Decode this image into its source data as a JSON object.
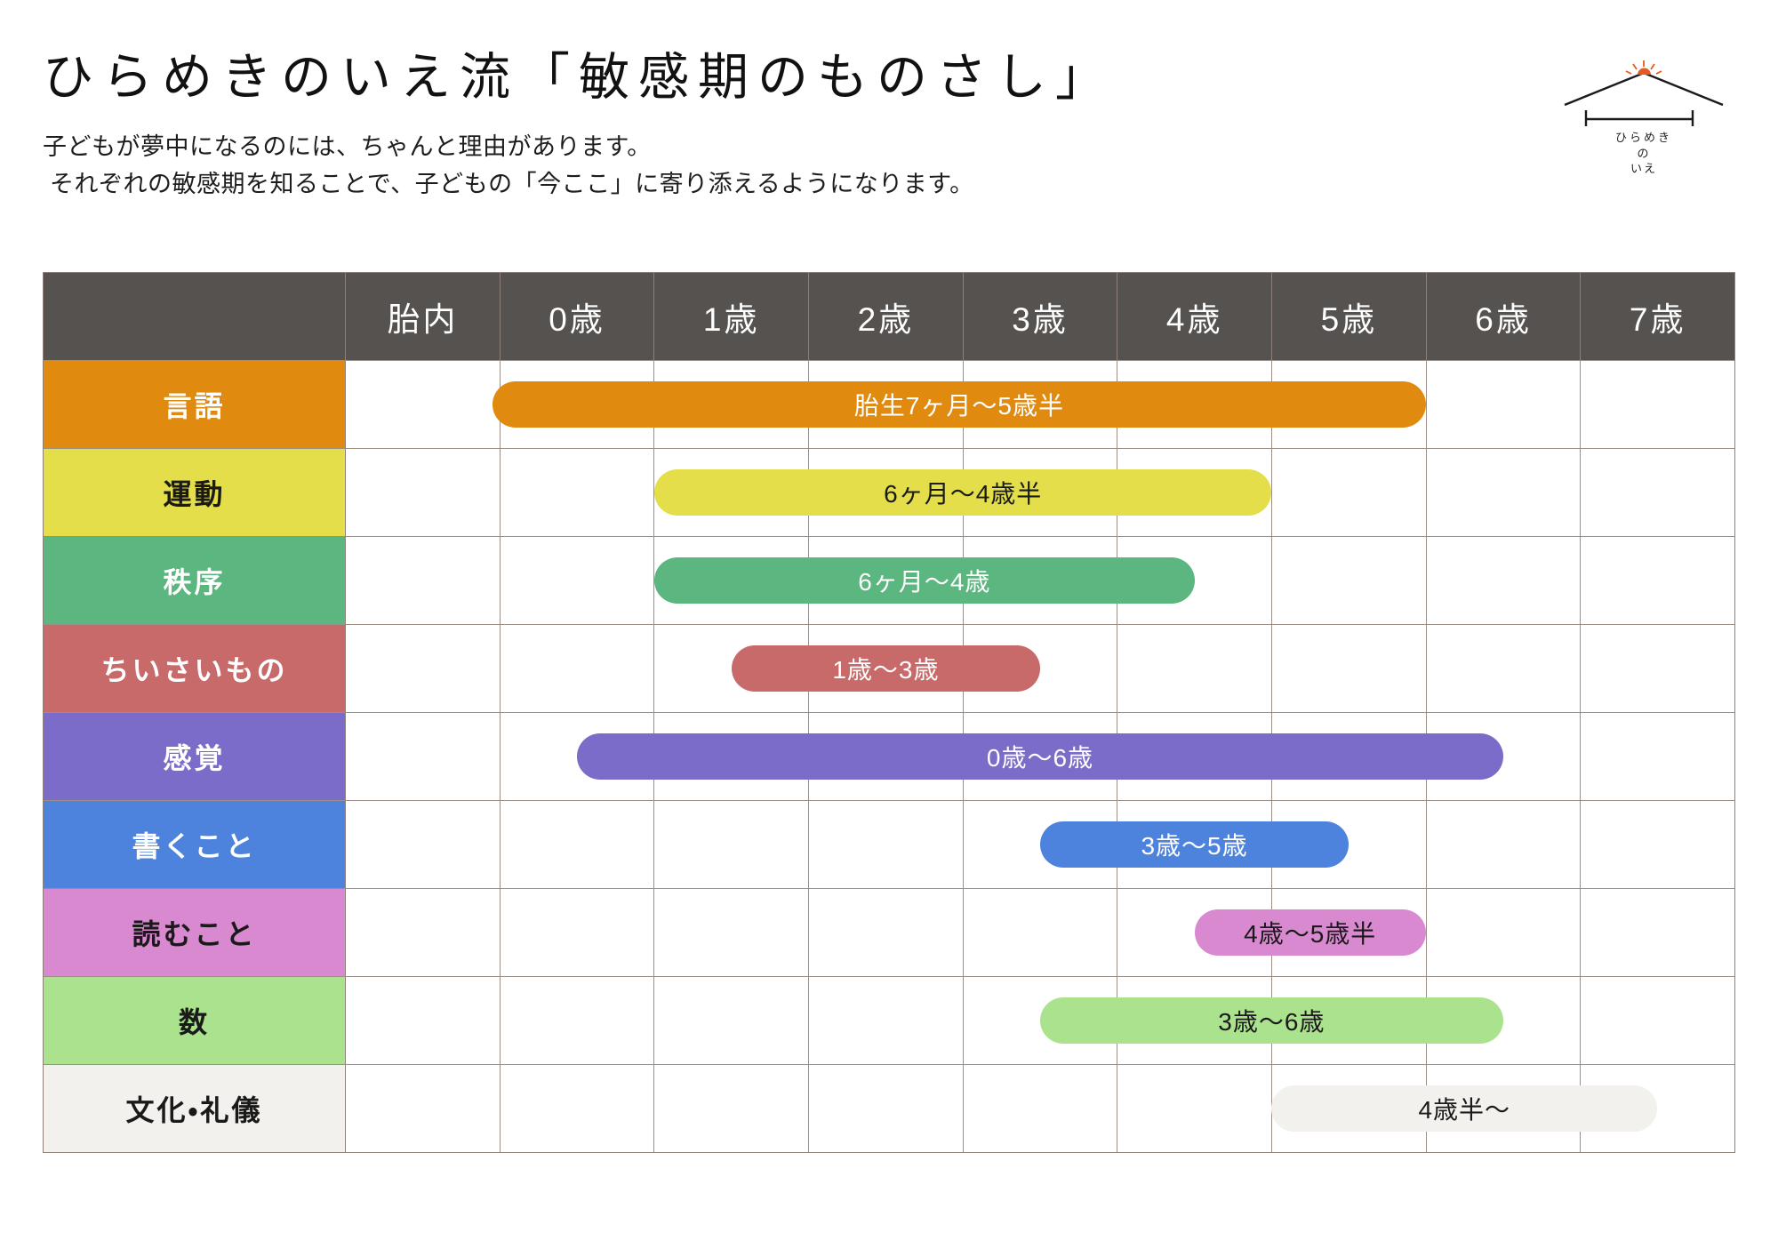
{
  "header": {
    "title": "ひらめきのいえ流「敏感期のものさし」",
    "subtitle_line1": "子どもが夢中になるのには、ちゃんと理由があります。",
    "subtitle_line2": "それぞれの敏感期を知ることで、子どもの「今ここ」に寄り添えるようになります。"
  },
  "logo": {
    "line1": "ひらめき",
    "line2": "の",
    "line3": "いえ",
    "accent_color": "#E8591F"
  },
  "chart_data": {
    "type": "bar",
    "title": "ひらめきのいえ流「敏感期のものさし」",
    "xlabel": "",
    "ylabel": "",
    "orientation": "horizontal",
    "axis_ticks": [
      "胎内",
      "0歳",
      "1歳",
      "2歳",
      "3歳",
      "4歳",
      "5歳",
      "6歳",
      "7歳"
    ],
    "axis_tick_values": [
      -1,
      0,
      1,
      2,
      3,
      4,
      5,
      6,
      7
    ],
    "xlim": [
      -1,
      7
    ],
    "grid": true,
    "legend": "none",
    "categories": [
      "言語",
      "運動",
      "秩序",
      "ちいさいもの",
      "感覚",
      "書くこと",
      "読むこと",
      "数",
      "文化・礼儀"
    ],
    "bars": [
      {
        "category": "言語",
        "label": "胎生7ヶ月～5歳半",
        "start": -0.55,
        "end": 5.5,
        "color": "#E08A10",
        "header_color": "#E08A10",
        "header_text_color": "#ffffff",
        "bar_text_color": "#ffffff"
      },
      {
        "category": "運動",
        "label": "6ヶ月～4歳半",
        "start": 0.5,
        "end": 4.5,
        "color": "#E3DE4A",
        "header_color": "#E3DE4A",
        "header_text_color": "#1a1a1a",
        "bar_text_color": "#1a1a1a"
      },
      {
        "category": "秩序",
        "label": "6ヶ月～4歳",
        "start": 0.5,
        "end": 4.0,
        "color": "#5CB67F",
        "header_color": "#5CB67F",
        "header_text_color": "#ffffff",
        "bar_text_color": "#ffffff"
      },
      {
        "category": "ちいさいもの",
        "label": "1歳～3歳",
        "start": 1.0,
        "end": 3.0,
        "color": "#C96A6A",
        "header_color": "#C96A6A",
        "header_text_color": "#ffffff",
        "bar_text_color": "#ffffff"
      },
      {
        "category": "感覚",
        "label": "0歳～6歳",
        "start": 0.0,
        "end": 6.0,
        "color": "#7A6CC8",
        "header_color": "#7A6CC8",
        "header_text_color": "#ffffff",
        "bar_text_color": "#ffffff"
      },
      {
        "category": "書くこと",
        "label": "3歳～5歳",
        "start": 3.0,
        "end": 5.0,
        "color": "#4D83DD",
        "header_color": "#4D83DD",
        "header_text_color": "#ffffff",
        "bar_text_color": "#ffffff"
      },
      {
        "category": "読むこと",
        "label": "4歳～5歳半",
        "start": 4.0,
        "end": 5.5,
        "color": "#D989D0",
        "header_color": "#D989D0",
        "header_text_color": "#1a1a1a",
        "bar_text_color": "#1a1a1a"
      },
      {
        "category": "数",
        "label": "3歳～6歳",
        "start": 3.0,
        "end": 6.0,
        "color": "#ABE28E",
        "header_color": "#ABE28E",
        "header_text_color": "#1a1a1a",
        "bar_text_color": "#1a1a1a"
      },
      {
        "category": "文化・礼儀",
        "label": "4歳半～",
        "start": 4.5,
        "end": 7.0,
        "color": "#F2F1ED",
        "header_color": "#F2F1ED",
        "header_text_color": "#1a1a1a",
        "bar_text_color": "#1a1a1a"
      }
    ],
    "header_row_color": "#565250",
    "header_text_color": "#ffffff",
    "grid_color": "#9b8f86"
  }
}
